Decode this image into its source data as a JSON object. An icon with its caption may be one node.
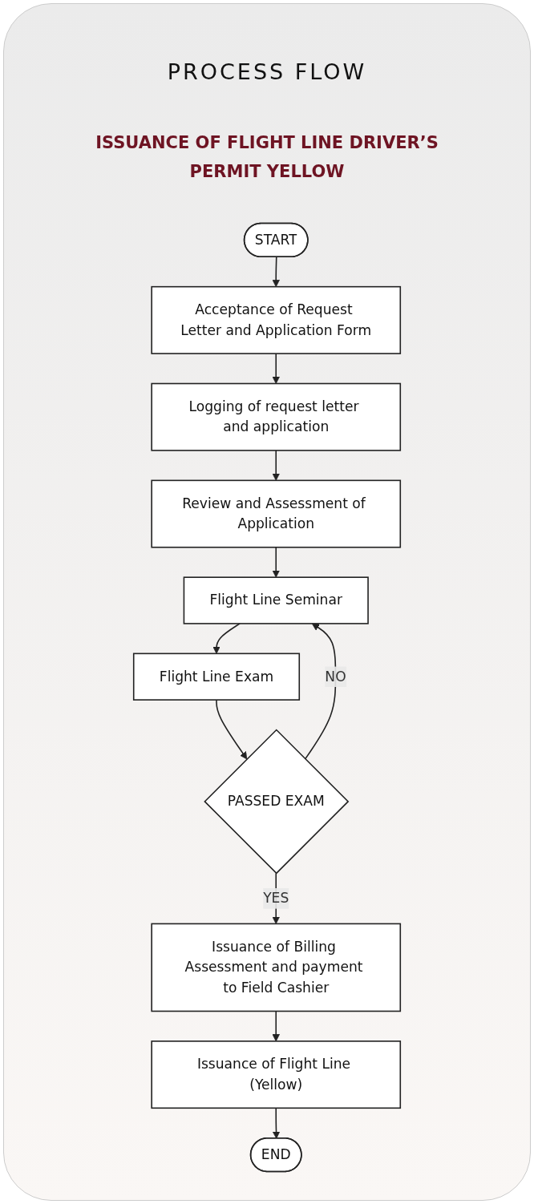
{
  "diagram": {
    "title": "PROCESS FLOW",
    "nodes": [
      {
        "text": [
          "START"
        ]
      },
      {
        "text": [
          "Acceptance of Request Letter and Application Form"
        ]
      },
      {
        "text": [
          "Logging of request letter and application"
        ]
      },
      {
        "text": [
          "Review and Assessment of Application"
        ]
      },
      {
        "text": [
          "Flight Line Seminar"
        ]
      },
      {
        "text": [
          "Flight Line Exam"
        ]
      },
      {
        "text": [
          "PASSED EXAM"
        ]
      },
      {
        "text": [
          "Issuance of Billing Assessment and payment to Field Cashier"
        ]
      },
      {
        "text": [
          "Issuance of Flight Line (Yellow)"
        ]
      },
      {
        "text": [
          "END"
        ]
      }
    ],
    "edges": [
      {
        "from": 0,
        "to": 1,
        "arrow": "to"
      },
      {
        "from": 1,
        "to": 2,
        "arrow": "to"
      },
      {
        "from": 2,
        "to": 3,
        "arrow": "to"
      },
      {
        "from": 3,
        "to": 4,
        "arrow": "to"
      },
      {
        "from": 4,
        "to": 5,
        "arrow": "to"
      },
      {
        "from": 5,
        "to": 6,
        "arrow": "to"
      },
      {
        "from": 6,
        "to": 4,
        "label": "NO",
        "arrow": "to"
      },
      {
        "from": 6,
        "to": 7,
        "label": "YES",
        "arrow": "to"
      },
      {
        "from": 7,
        "to": 8,
        "arrow": "to"
      },
      {
        "from": 8,
        "to": 9,
        "arrow": "to"
      }
    ],
    "labels": [
      "ISSUANCE OF FLIGHT LINE DRIVER’S PERMIT YELLOW"
    ]
  }
}
